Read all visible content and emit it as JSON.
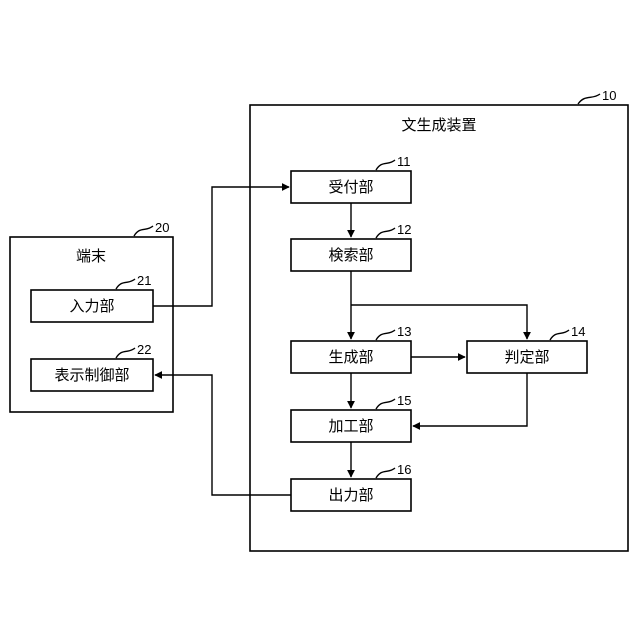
{
  "device": {
    "title": "文生成装置",
    "ref": "10",
    "blocks": {
      "reception": {
        "label": "受付部",
        "ref": "11"
      },
      "search": {
        "label": "検索部",
        "ref": "12"
      },
      "generation": {
        "label": "生成部",
        "ref": "13"
      },
      "judgment": {
        "label": "判定部",
        "ref": "14"
      },
      "processing": {
        "label": "加工部",
        "ref": "15"
      },
      "output": {
        "label": "出力部",
        "ref": "16"
      }
    }
  },
  "terminal": {
    "title": "端末",
    "ref": "20",
    "blocks": {
      "input": {
        "label": "入力部",
        "ref": "21"
      },
      "display_control": {
        "label": "表示制御部",
        "ref": "22"
      }
    }
  },
  "colors": {
    "stroke": "#000000",
    "background": "#ffffff"
  }
}
